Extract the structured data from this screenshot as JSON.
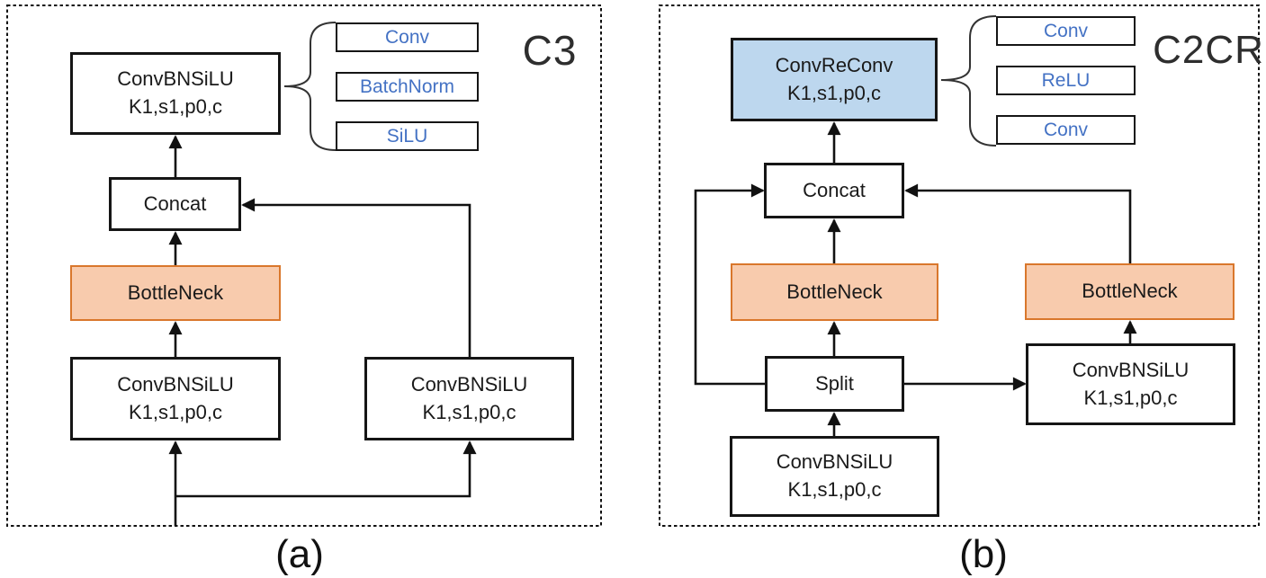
{
  "panel_a": {
    "tag": "C3",
    "caption": "(a)",
    "top_block": {
      "line1": "ConvBNSiLU",
      "line2": "K1,s1,p0,c"
    },
    "legend": [
      "Conv",
      "BatchNorm",
      "SiLU"
    ],
    "concat_label": "Concat",
    "bottleneck_label": "BottleNeck",
    "bottom_left_block": {
      "line1": "ConvBNSiLU",
      "line2": "K1,s1,p0,c"
    },
    "bottom_right_block": {
      "line1": "ConvBNSiLU",
      "line2": "K1,s1,p0,c"
    }
  },
  "panel_b": {
    "tag": "C2CR",
    "caption": "(b)",
    "top_block": {
      "line1": "ConvReConv",
      "line2": "K1,s1,p0,c"
    },
    "legend": [
      "Conv",
      "ReLU",
      "Conv"
    ],
    "concat_label": "Concat",
    "bottleneck_left_label": "BottleNeck",
    "bottleneck_right_label": "BottleNeck",
    "split_label": "Split",
    "bottom_block": {
      "line1": "ConvBNSiLU",
      "line2": "K1,s1,p0,c"
    },
    "right_block": {
      "line1": "ConvBNSiLU",
      "line2": "K1,s1,p0,c"
    }
  },
  "colors": {
    "legend_text_blue": "#4472C4",
    "bottleneck_fill": "#F8CBAD",
    "bottleneck_border": "#D9772C",
    "convreconv_fill": "#BDD7EE",
    "line_color": "#111111"
  }
}
